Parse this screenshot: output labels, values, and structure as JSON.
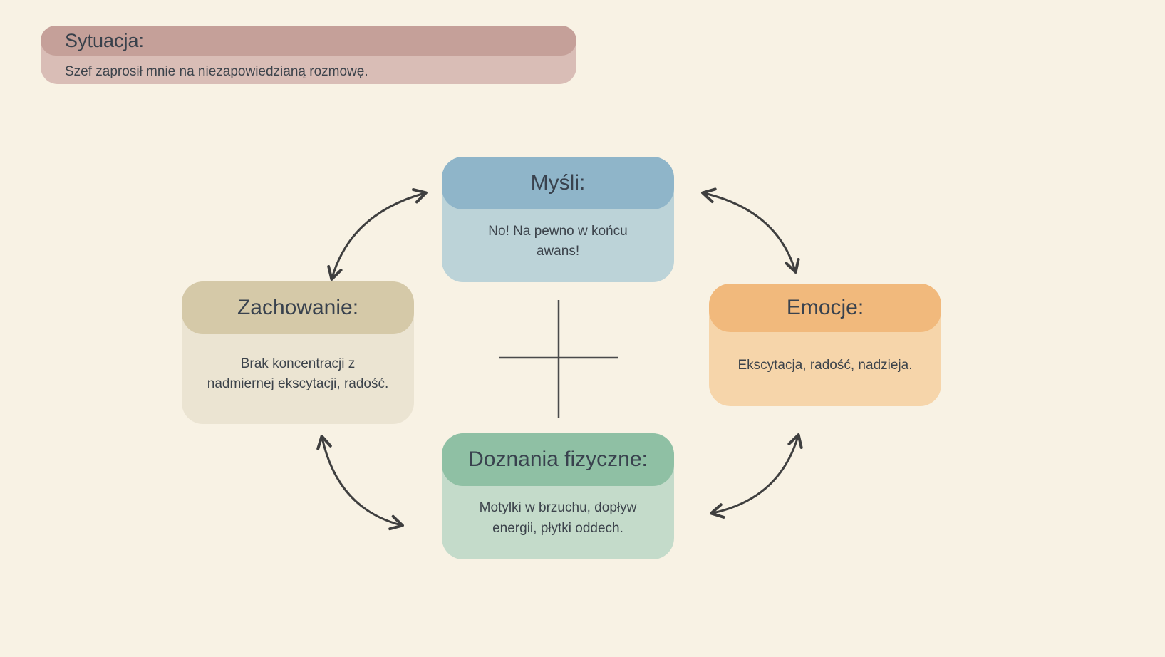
{
  "situation": {
    "title": "Sytuacja:",
    "text": "Szef zaprosił mnie na niezapowiedzianą rozmowę."
  },
  "nodes": {
    "thoughts": {
      "title": "Myśli:",
      "text": "No! Na pewno w końcu awans!"
    },
    "emotions": {
      "title": "Emocje:",
      "text": "Ekscytacja, radość, nadzieja."
    },
    "behavior": {
      "title": "Zachowanie:",
      "text": "Brak koncentracji z nadmiernej ekscytacji, radość."
    },
    "physical": {
      "title": "Doznania fizyczne:",
      "text": "Motylki w brzuchu, dopływ energii, płytki oddech."
    }
  },
  "arrows": [
    {
      "from": "behavior",
      "to": "thoughts",
      "bidirectional": true
    },
    {
      "from": "thoughts",
      "to": "emotions",
      "bidirectional": true
    },
    {
      "from": "emotions",
      "to": "physical",
      "bidirectional": true
    },
    {
      "from": "physical",
      "to": "behavior",
      "bidirectional": true
    }
  ],
  "colors": {
    "background": "#f8f2e4",
    "situation_header": "#c5a099",
    "situation_body": "#d9bdb6",
    "thoughts_header": "#8fb5c9",
    "thoughts_body": "#bcd3d8",
    "emotions_header": "#f1b97c",
    "emotions_body": "#f6d5aa",
    "behavior_header": "#d5c9a8",
    "behavior_body": "#ebe4d2",
    "physical_header": "#8fc0a4",
    "physical_body": "#c4dbca",
    "arrow": "#3f3f3f",
    "text": "#3a424c"
  }
}
